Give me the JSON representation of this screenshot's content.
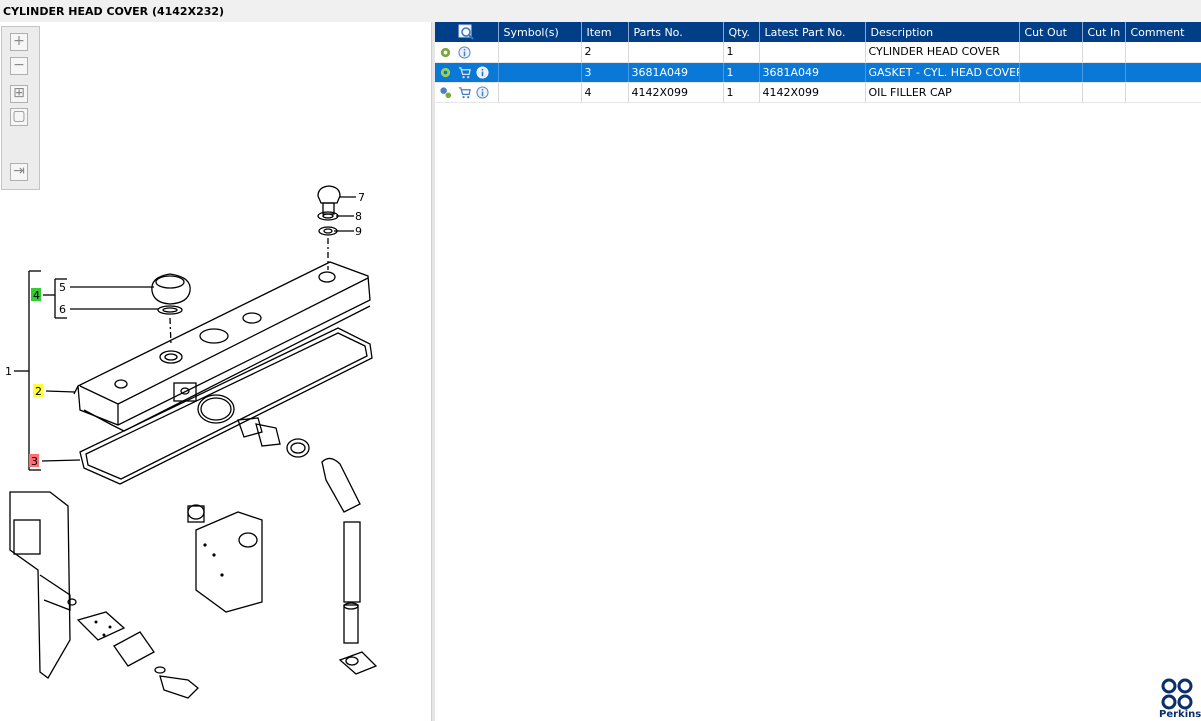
{
  "window": {
    "title": "CYLINDER HEAD COVER (4142X232)"
  },
  "toolbar": {
    "zoom_in": "+",
    "zoom_out": "−",
    "fit_all": "⊞",
    "fit_window": "▢",
    "navigate": "⇥"
  },
  "diagram": {
    "callouts": [
      "1",
      "2",
      "3",
      "4",
      "5",
      "6",
      "7",
      "8",
      "9"
    ],
    "highlight_colors": {
      "item4": "#33cc33",
      "item2": "#ffff33",
      "item3": "#ff6f6f"
    }
  },
  "table": {
    "columns": [
      "",
      "Symbol(s)",
      "Item",
      "Parts No.",
      "Qty.",
      "Latest Part No.",
      "Description",
      "Cut Out",
      "Cut In",
      "Comment"
    ],
    "rows": [
      {
        "icons": [
          "gear-icon",
          "info-icon"
        ],
        "symbols": "",
        "item": "2",
        "part_no": "",
        "qty": "1",
        "latest_part_no": "",
        "description": "CYLINDER HEAD COVER",
        "cut_out": "",
        "cut_in": "",
        "comment": ""
      },
      {
        "icons": [
          "gear-icon",
          "cart-icon",
          "info-icon"
        ],
        "symbols": "",
        "item": "3",
        "part_no": "3681A049",
        "qty": "1",
        "latest_part_no": "3681A049",
        "description": "GASKET - CYL. HEAD COVER",
        "cut_out": "",
        "cut_in": "",
        "comment": ""
      },
      {
        "icons": [
          "gears-icon",
          "cart-icon",
          "info-icon"
        ],
        "symbols": "",
        "item": "4",
        "part_no": "4142X099",
        "qty": "1",
        "latest_part_no": "4142X099",
        "description": "OIL FILLER CAP",
        "cut_out": "",
        "cut_in": "",
        "comment": ""
      }
    ],
    "selected_row": 1
  },
  "brand": {
    "name": "Perkins",
    "color": "#0a2f6b",
    "header_color": "#003f87",
    "selection_color": "#0a78d7"
  }
}
